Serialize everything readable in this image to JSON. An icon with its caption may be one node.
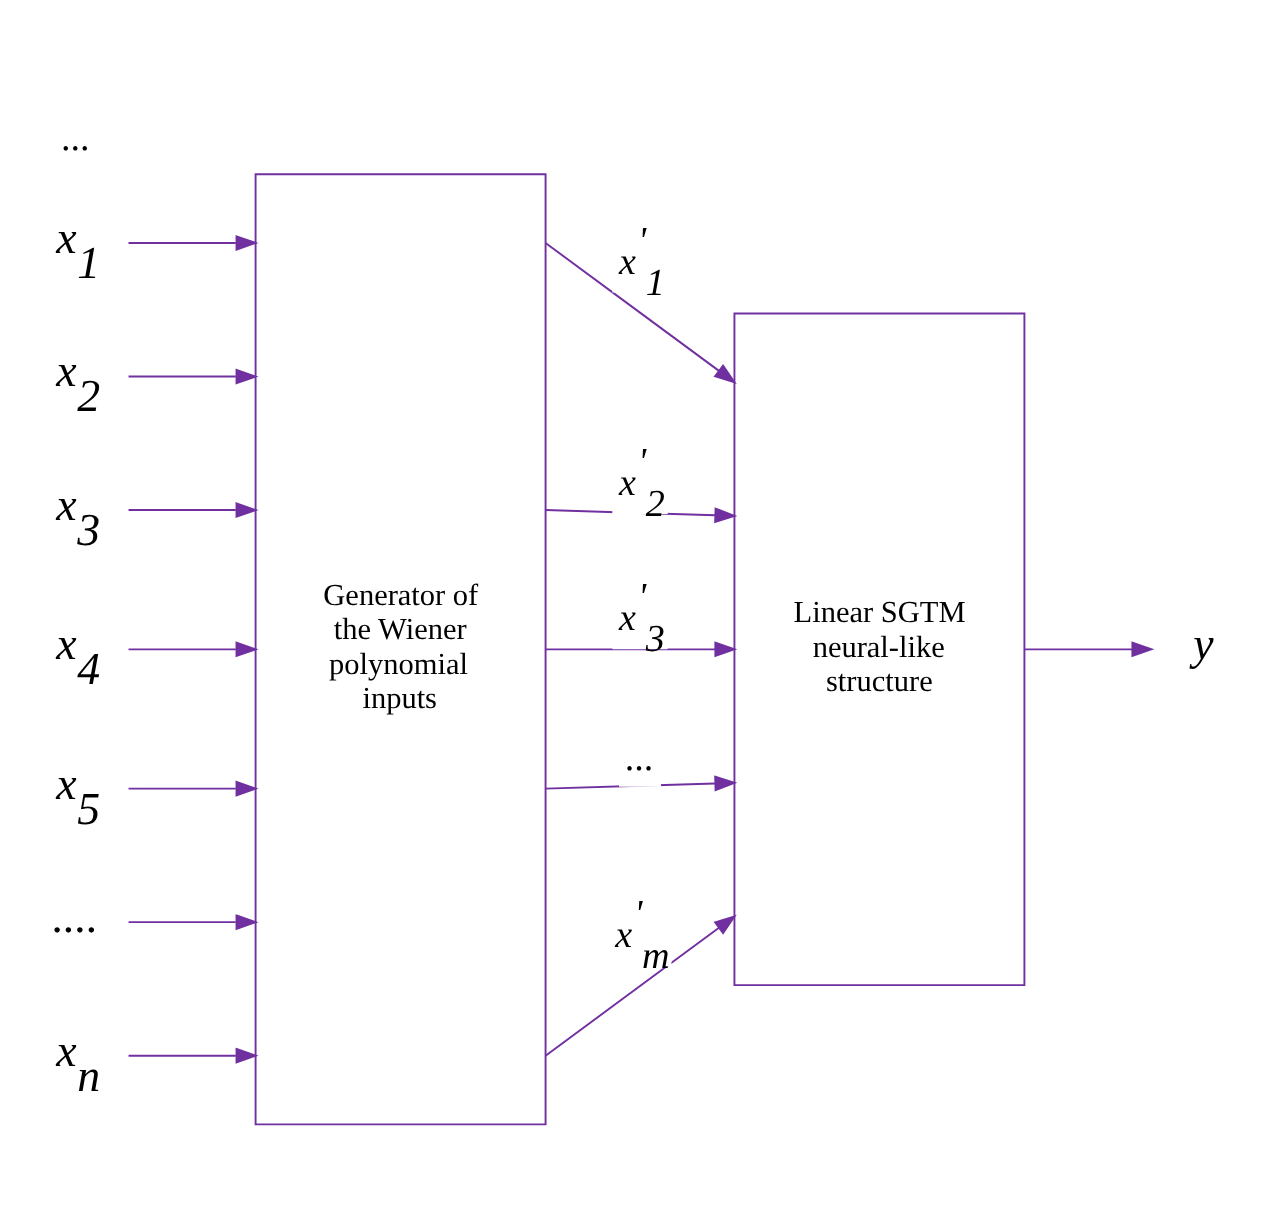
{
  "diagram": {
    "nodes": [
      {
        "text": [
          "x$_{1}$"
        ]
      },
      {
        "text": [
          "x$_{2}$"
        ]
      },
      {
        "text": [
          "x$_{3}$"
        ]
      },
      {
        "text": [
          "x$_{4}$"
        ]
      },
      {
        "text": [
          "x$_{5}$"
        ]
      },
      {
        "text": [
          "...."
        ]
      },
      {
        "text": [
          "x$_{n}$"
        ]
      },
      {
        "text": [
          "Generator of the Wiener polynomial inputs"
        ]
      },
      {
        "text": [
          "Linear SGTM neural-like structure"
        ]
      },
      {
        "text": [
          "y"
        ]
      }
    ],
    "edges": [
      {
        "from": 0,
        "to": 7,
        "arrow": "to"
      },
      {
        "from": 1,
        "to": 7,
        "arrow": "to"
      },
      {
        "from": 2,
        "to": 7,
        "arrow": "to"
      },
      {
        "from": 3,
        "to": 7,
        "arrow": "to"
      },
      {
        "from": 4,
        "to": 7,
        "arrow": "to"
      },
      {
        "from": 5,
        "to": 7,
        "arrow": "to"
      },
      {
        "from": 6,
        "to": 7,
        "arrow": "to"
      },
      {
        "from": 7,
        "to": 8,
        "arrow": "to",
        "label": "x$^{'}$$_{1}$"
      },
      {
        "from": 7,
        "to": 8,
        "arrow": "to",
        "label": "x$^{'}$$_{2}$"
      },
      {
        "from": 7,
        "to": 8,
        "arrow": "to",
        "label": "x$^{'}$$_{3}$"
      },
      {
        "from": 7,
        "to": 8,
        "arrow": "to",
        "label": "..."
      },
      {
        "from": 7,
        "to": 8,
        "arrow": "to",
        "label": "x$^{'}$$_{m}$"
      },
      {
        "from": 8,
        "to": 9,
        "arrow": "to"
      }
    ],
    "labels": [
      "..."
    ]
  }
}
